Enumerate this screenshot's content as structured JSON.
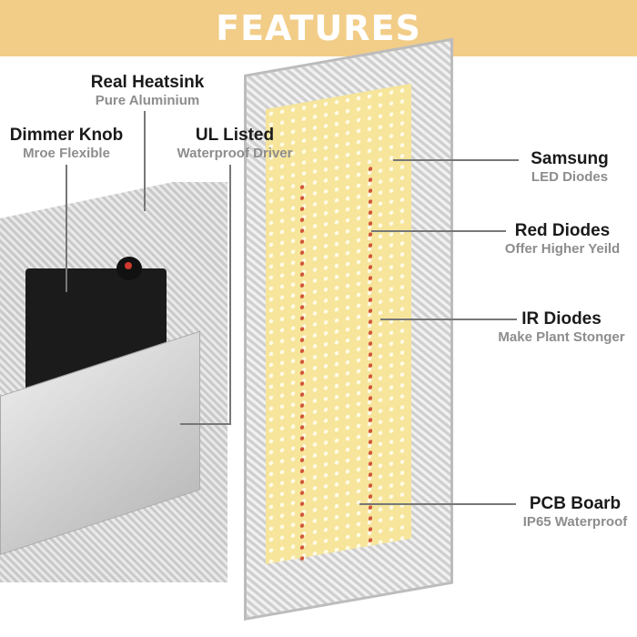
{
  "banner": {
    "title": "FEATURES",
    "color": "#f2cd88"
  },
  "labels": {
    "heatsink": {
      "title": "Real Heatsink",
      "subtitle": "Pure Aluminium"
    },
    "dimmer": {
      "title": "Dimmer Knob",
      "subtitle": "Mroe Flexible"
    },
    "ul": {
      "title": "UL Listed",
      "subtitle": "Waterproof Driver"
    },
    "samsung": {
      "title": "Samsung",
      "subtitle": "LED Diodes"
    },
    "red": {
      "title": "Red Diodes",
      "subtitle": "Offer Higher Yeild"
    },
    "ir": {
      "title": "IR Diodes",
      "subtitle": "Make Plant Stonger"
    },
    "pcb": {
      "title": "PCB Boarb",
      "subtitle": "IP65 Waterproof"
    }
  },
  "colors": {
    "title_text": "#1a1a1a",
    "subtitle_text": "#8d8d8d",
    "leader_line": "#777777"
  }
}
